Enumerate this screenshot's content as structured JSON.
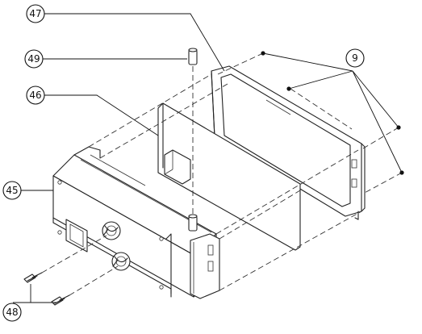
{
  "diagram": {
    "callouts": [
      {
        "id": "c45",
        "label": "45"
      },
      {
        "id": "c46",
        "label": "46"
      },
      {
        "id": "c47",
        "label": "47"
      },
      {
        "id": "c48",
        "label": "48"
      },
      {
        "id": "c49",
        "label": "49"
      },
      {
        "id": "c9",
        "label": "9"
      }
    ]
  }
}
